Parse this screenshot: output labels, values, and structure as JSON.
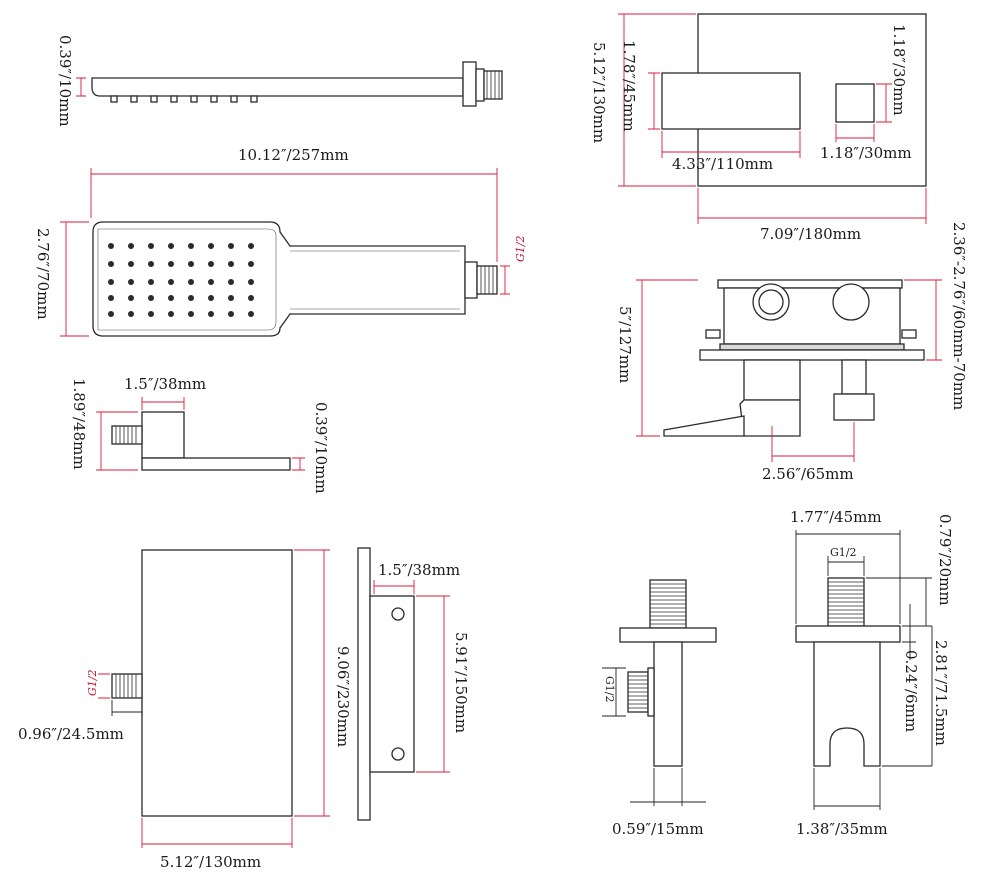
{
  "diagram": {
    "labels": {
      "shower_arm_thickness": "0.39″/10mm",
      "hand_shower_length": "10.12″/257mm",
      "hand_shower_width": "2.76″/70mm",
      "hand_shower_thread": "G1/2",
      "elbow_width": "1.5″/38mm",
      "elbow_height": "1.89″/48mm",
      "elbow_thickness": "0.39″/10mm",
      "showerhead_height": "9.06″/230mm",
      "showerhead_width": "5.12″/130mm",
      "showerhead_thread": "G1/2",
      "showerhead_thread_len": "0.96″/24.5mm",
      "bracket_width": "1.5″/38mm",
      "bracket_height": "5.91″/150mm",
      "plate_height": "5.12″/130mm",
      "handle_height": "1.78″/45mm",
      "knob_height": "1.18″/30mm",
      "knob_width": "1.18″/30mm",
      "handle_width": "4.33″/110mm",
      "plate_width": "7.09″/180mm",
      "valve_height": "5″/127mm",
      "valve_depth": "2.36″-2.76″/60mm-70mm",
      "valve_spacing": "2.56″/65mm",
      "outlet_thread": "G1/2",
      "outlet_pipe_dia": "0.59″/15mm",
      "holder_width": "1.77″/45mm",
      "holder_thread": "G1/2",
      "holder_thread_len": "0.79″/20mm",
      "holder_height": "2.81″/71.5mm",
      "holder_flange": "0.24″/6mm",
      "holder_base": "1.38″/35mm"
    }
  }
}
